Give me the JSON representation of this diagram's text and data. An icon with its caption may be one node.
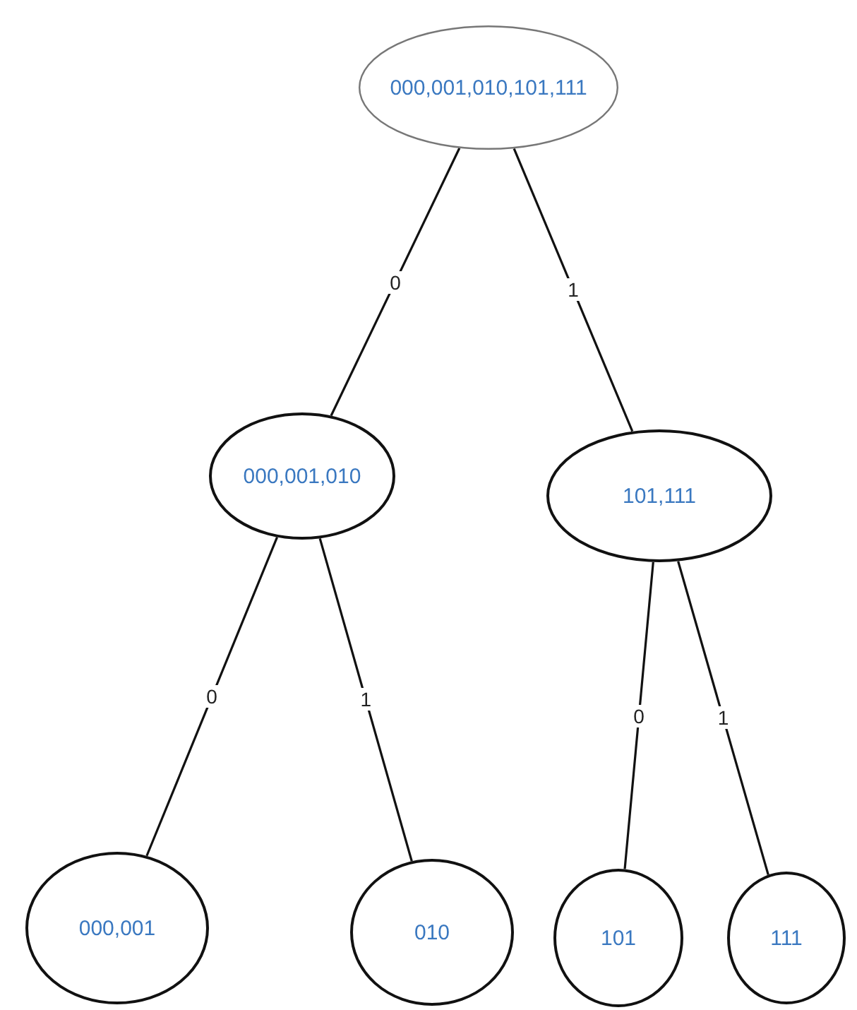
{
  "diagram": {
    "nodes": [
      {
        "text": [
          "000,001,010,101,111"
        ]
      },
      {
        "text": [
          "000,001,010"
        ]
      },
      {
        "text": [
          "101,111"
        ]
      },
      {
        "text": [
          "000,001"
        ]
      },
      {
        "text": [
          "010"
        ]
      },
      {
        "text": [
          "101"
        ]
      },
      {
        "text": [
          "111"
        ]
      }
    ],
    "edges": [
      {
        "from": 0,
        "to": 1,
        "arrow": "none",
        "label": "0"
      },
      {
        "from": 0,
        "to": 2,
        "arrow": "none",
        "label": "1"
      },
      {
        "from": 1,
        "to": 3,
        "arrow": "none",
        "label": "0"
      },
      {
        "from": 1,
        "to": 4,
        "arrow": "none",
        "label": "1"
      },
      {
        "from": 2,
        "to": 5,
        "arrow": "none",
        "label": "0"
      },
      {
        "from": 2,
        "to": 6,
        "arrow": "none",
        "label": "1"
      }
    ]
  }
}
